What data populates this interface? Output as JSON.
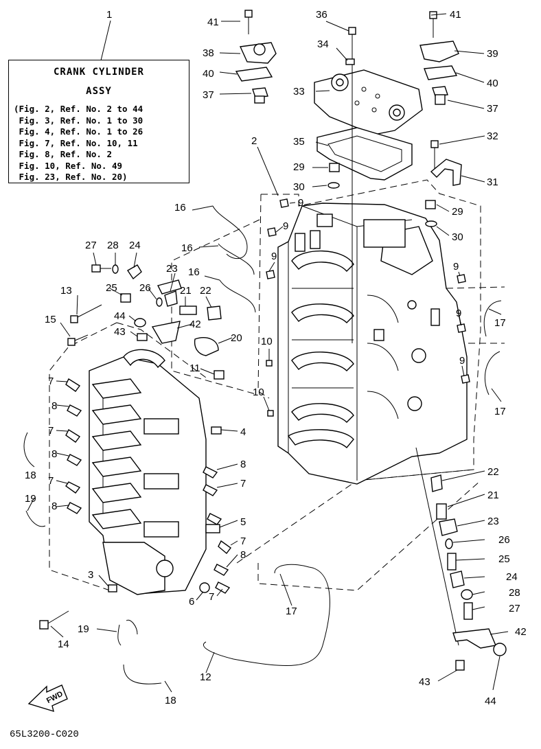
{
  "title_box": {
    "line1": "CRANK CYLINDER",
    "line2": "ASSY",
    "refs": [
      "(Fig. 2, Ref. No. 2 to 44",
      " Fig. 3, Ref. No. 1 to 30",
      " Fig. 4, Ref. No. 1 to 26",
      " Fig. 7, Ref. No. 10, 11",
      " Fig. 8, Ref. No. 2",
      " Fig. 10, Ref. No. 49",
      " Fig. 23, Ref. No. 20)"
    ]
  },
  "fwd_label": "FWD",
  "footer_code": "65L3200-C020",
  "callouts": [
    "1",
    "41",
    "36",
    "41",
    "34",
    "38",
    "39",
    "40",
    "33",
    "40",
    "37",
    "37",
    "2",
    "32",
    "35",
    "29",
    "31",
    "30",
    "9",
    "29",
    "16",
    "9",
    "30",
    "27",
    "28",
    "24",
    "16",
    "9",
    "23",
    "16",
    "9",
    "25",
    "26",
    "21",
    "22",
    "13",
    "17",
    "44",
    "42",
    "15",
    "43",
    "20",
    "9",
    "10",
    "11",
    "7",
    "17",
    "9",
    "10",
    "8",
    "4",
    "7",
    "8",
    "18",
    "8",
    "7",
    "7",
    "19",
    "8",
    "5",
    "7",
    "3",
    "8",
    "6",
    "7",
    "14",
    "17",
    "19",
    "12",
    "18",
    "22",
    "21",
    "23",
    "26",
    "25",
    "24",
    "28",
    "27",
    "42",
    "43",
    "44"
  ]
}
